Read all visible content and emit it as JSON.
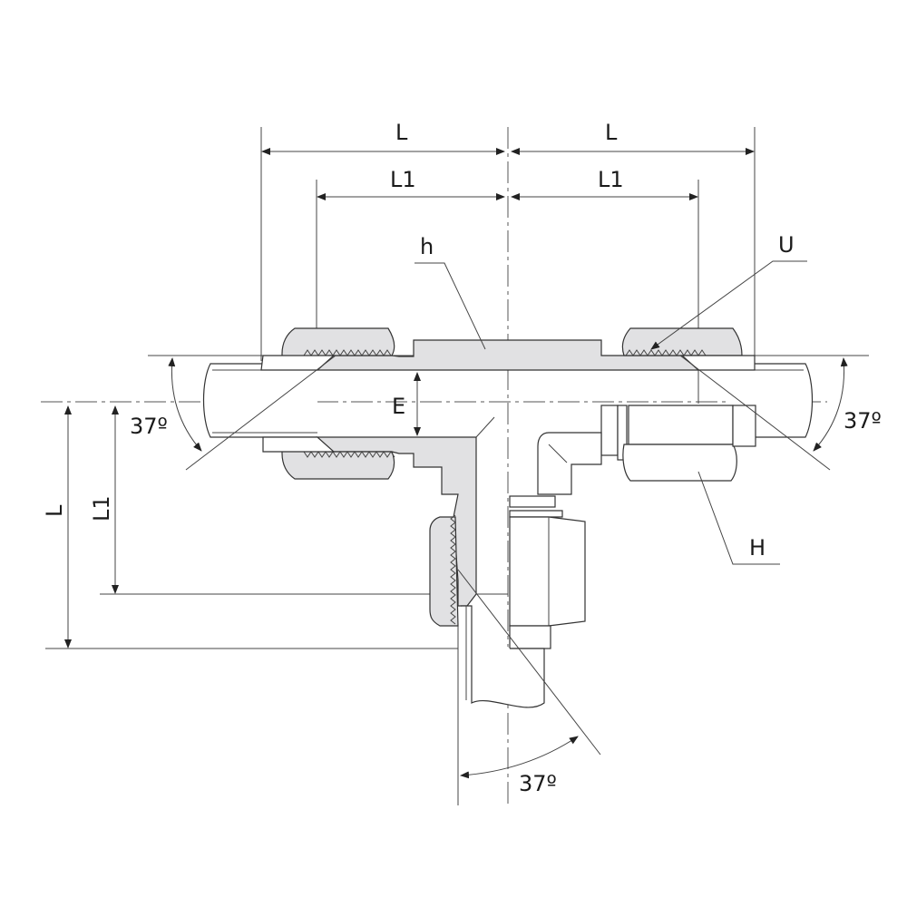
{
  "diagram": {
    "title": "37° flare tube fitting – branch tee dimensions",
    "labels": {
      "top_L_left": "L",
      "top_L_right": "L",
      "top_L1_left": "L1",
      "top_L1_right": "L1",
      "h": "h",
      "U": "U",
      "E": "E",
      "H": "H",
      "side_L": "L",
      "side_L1": "L1",
      "angle_left": "37º",
      "angle_right": "37º",
      "angle_bottom": "37º"
    },
    "colors": {
      "body_fill": "#e1e1e3",
      "line": "#2b2b2b"
    }
  }
}
